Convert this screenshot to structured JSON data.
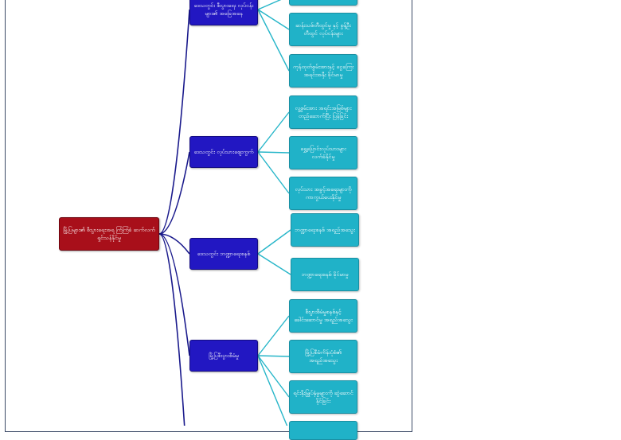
{
  "root": {
    "label": "မြို့ပြများ၏ စီးပွားရေးအရ ကြံကြံခံ ဆက်လက်ရှင်သန်နိုင်မှု"
  },
  "branches": [
    {
      "label": "ဒေသတွင်း စီးပွားရေး လုပ်ငန်းများ၏ အခြေအနေ",
      "leaves": [
        "",
        "ဆန်းသစ်တီထွင်မှု နှင့် စွန့်ဦးတီထွင် လုပ်ငန်းများ",
        "ကုန်ထုတ်စွမ်းအားနှင့် ငွေကြေးအရင်းအနှီး ခိုင်မာမှု"
      ]
    },
    {
      "label": "ဒေသတွင်း လုပ်သားဈေးကွက်",
      "leaves": [
        "လူ့စွမ်းအား အရင်းအမြစ်များ တည်ဆောက်ပြီး ပြန်ခြင်း",
        "ရွှေ့ပြောင်းလုပ်သားများ လက်ခံနိုင်မှု",
        "လုပ်သား အခွင့်အရေးများကို ကာကွယ်ပေးနိုင်မှု"
      ]
    },
    {
      "label": "ဒေသတွင်း ဘဏ္ဍာရေးစနစ်",
      "leaves": [
        "ဘဏ္ဍာရေးစနစ် အရည်အသွေး",
        "ဘဏ္ဍာရေးစနစ် ခိုင်မာမှု"
      ]
    },
    {
      "label": "မြို့ပြစီးပွားစီမံမှု",
      "leaves": [
        "စီးပွားစီမံမှုစနစ်နှင့် ခေါင်းဆောင်မှု အရည်အသွေး",
        "မြို့ပြစီမံကိန်းပုံစံ၏ အရည်အသွေး",
        "ရင်းနှီးမြှုပ်နှံမှုများကို ဆွဲဆောင်နိုင်ခြင်း",
        ""
      ]
    },
    {
      "label": "",
      "leaves": []
    }
  ],
  "colors": {
    "root": "#a80f1a",
    "branch": "#2217c2",
    "leaf": "#20b2c8",
    "edge_branch": "#1a1a8c",
    "edge_leaf": "#27b6c9"
  }
}
